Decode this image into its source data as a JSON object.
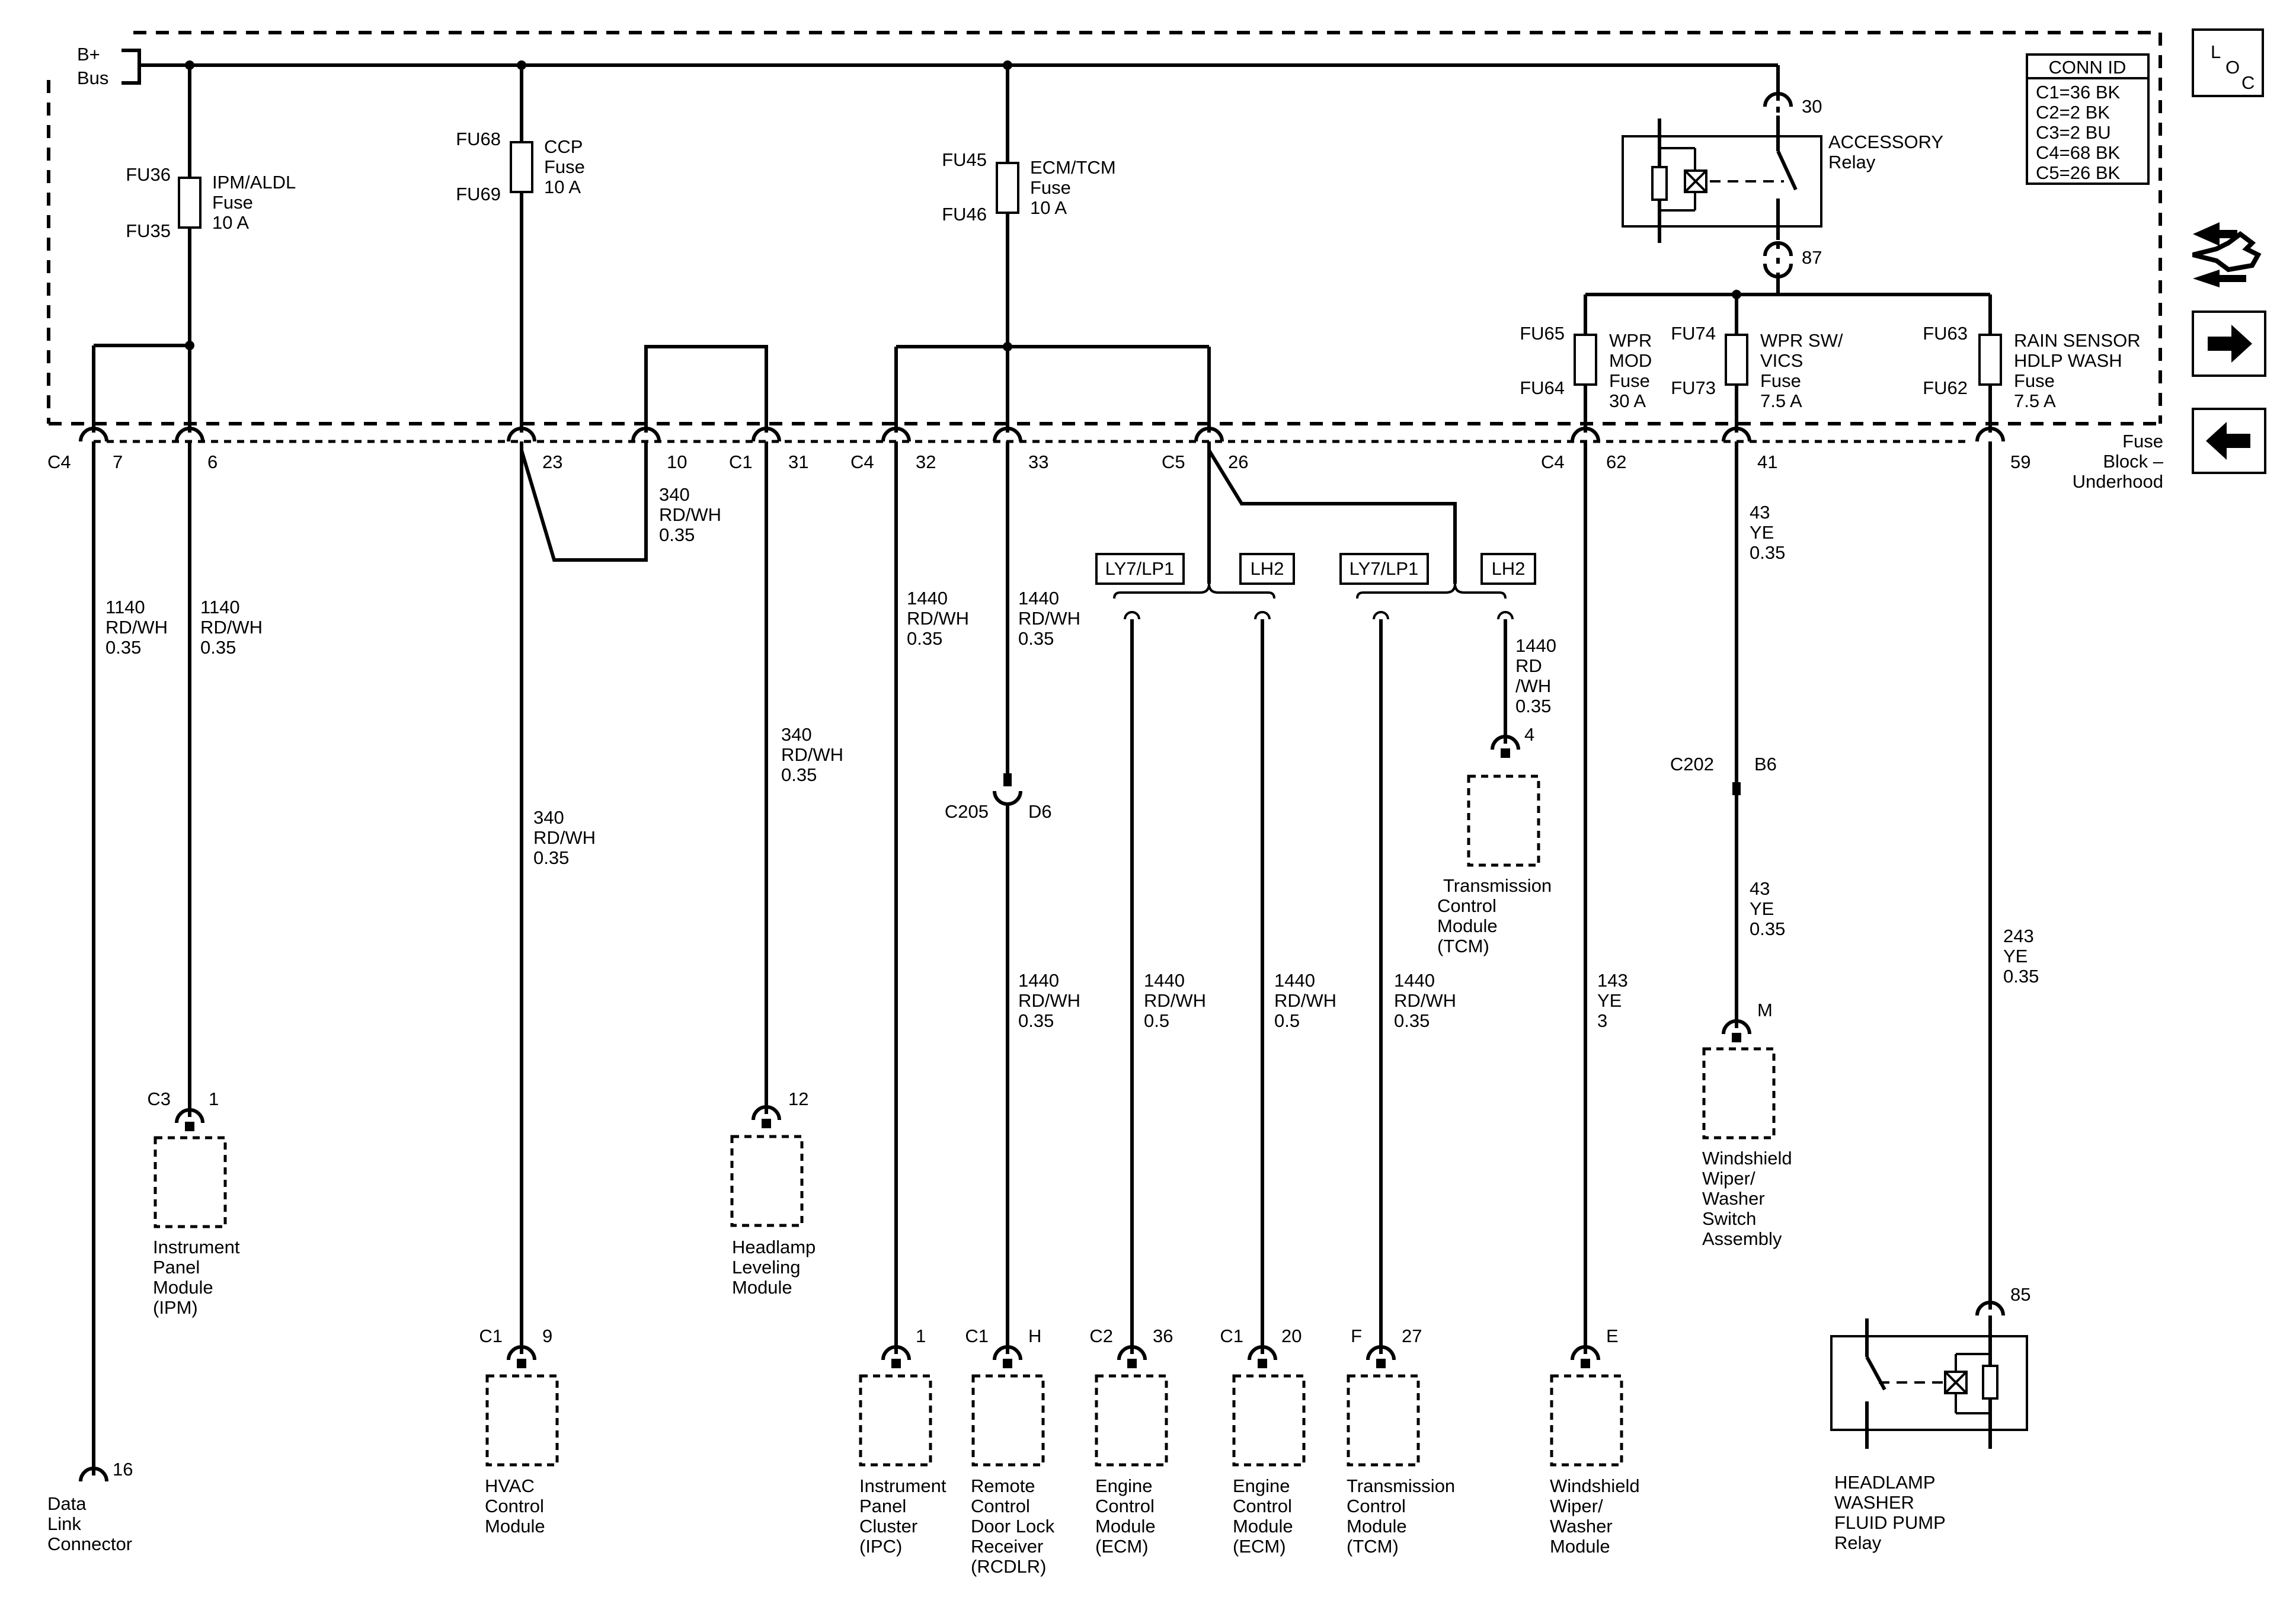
{
  "header": {
    "bplus": "B+",
    "bus": "Bus",
    "block_label": [
      "Fuse",
      "Block –",
      "Underhood"
    ]
  },
  "conn_id": {
    "title": "CONN ID",
    "rows": [
      "C1=36 BK",
      "C2=2 BK",
      "C3=2 BU",
      "C4=68 BK",
      "C5=26 BK"
    ]
  },
  "nav": {
    "loc": [
      "L",
      "O",
      "C"
    ],
    "symptom_icon": "wrench-arrows-icon",
    "forward_icon": "right-arrow-icon",
    "back_icon": "left-arrow-icon"
  },
  "fuses": {
    "ipm": {
      "in": "FU36",
      "out": "FU35",
      "name": [
        "IPM/ALDL",
        "Fuse",
        "10 A"
      ]
    },
    "ccp": {
      "in": "FU68",
      "out": "FU69",
      "name": [
        "CCP",
        "Fuse",
        "10 A"
      ]
    },
    "ecm": {
      "in": "FU45",
      "out": "FU46",
      "name": [
        "ECM/TCM",
        "Fuse",
        "10 A"
      ]
    },
    "wpr_mod": {
      "in": "FU65",
      "out": "FU64",
      "name": [
        "WPR",
        "MOD",
        "Fuse",
        "30 A"
      ]
    },
    "wpr_sw": {
      "in": "FU74",
      "out": "FU73",
      "name": [
        "WPR SW/",
        "VICS",
        "Fuse",
        "7.5 A"
      ]
    },
    "rain": {
      "in": "FU63",
      "out": "FU62",
      "name": [
        "RAIN SENSOR",
        "HDLP WASH",
        "Fuse",
        "7.5 A"
      ]
    }
  },
  "relay_accessory": {
    "pin_in": "30",
    "pin_out": "87",
    "name": [
      "ACCESSORY",
      "Relay"
    ]
  },
  "relay_headlamp": {
    "pin": "85",
    "name": [
      "HEADLAMP",
      "WASHER",
      "FLUID PUMP",
      "Relay"
    ]
  },
  "pins": {
    "c4_7": {
      "conn": "C4",
      "pin": "7"
    },
    "c4_6": {
      "pin": "6"
    },
    "p23": {
      "pin": "23"
    },
    "p10": {
      "pin": "10"
    },
    "c1_31": {
      "conn": "C1",
      "pin": "31"
    },
    "c4_32": {
      "conn": "C4",
      "pin": "32"
    },
    "p33": {
      "pin": "33"
    },
    "c5_26": {
      "conn": "C5",
      "pin": "26"
    },
    "c4_62": {
      "conn": "C4",
      "pin": "62"
    },
    "p41": {
      "pin": "41"
    },
    "p59": {
      "pin": "59"
    }
  },
  "wires": {
    "w7": [
      "1140",
      "RD/WH",
      "0.35"
    ],
    "w6": [
      "1140",
      "RD/WH",
      "0.35"
    ],
    "w10": [
      "340",
      "RD/WH",
      "0.35"
    ],
    "w23": [
      "340",
      "RD/WH",
      "0.35"
    ],
    "w31": [
      "340",
      "RD/WH",
      "0.35"
    ],
    "w32": [
      "1440",
      "RD/WH",
      "0.35"
    ],
    "w33a": [
      "1440",
      "RD/WH",
      "0.35"
    ],
    "w33b": [
      "1440",
      "RD/WH",
      "0.35"
    ],
    "wecm36": [
      "1440",
      "RD/WH",
      "0.5"
    ],
    "wecm20": [
      "1440",
      "RD/WH",
      "0.5"
    ],
    "wtcm27": [
      "1440",
      "RD/WH",
      "0.35"
    ],
    "wtcm4": [
      "1440",
      "RD",
      "/WH",
      "0.35"
    ],
    "w62": [
      "143",
      "YE",
      "3"
    ],
    "w41a": [
      "43",
      "YE",
      "0.35"
    ],
    "w41b": [
      "43",
      "YE",
      "0.35"
    ],
    "w59": [
      "243",
      "YE",
      "0.35"
    ]
  },
  "options": {
    "ly7_1": "LY7/LP1",
    "lh2_1": "LH2",
    "ly7_2": "LY7/LP1",
    "lh2_2": "LH2"
  },
  "inline": {
    "c205": {
      "conn": "C205",
      "pin": "D6"
    },
    "c202": {
      "conn": "C202",
      "pin": "B6"
    }
  },
  "components": {
    "dlc": {
      "pin": "16",
      "name": [
        "Data",
        "Link",
        "Connector"
      ]
    },
    "ipm": {
      "conn": "C3",
      "pin": "1",
      "name": [
        "Instrument",
        "Panel",
        "Module",
        "(IPM)"
      ]
    },
    "hvac": {
      "conn": "C1",
      "pin": "9",
      "name": [
        "HVAC",
        "Control",
        "Module"
      ]
    },
    "hlm": {
      "pin": "12",
      "name": [
        "Headlamp",
        "Leveling",
        "Module"
      ]
    },
    "ipc": {
      "pin": "1",
      "name": [
        "Instrument",
        "Panel",
        "Cluster",
        "(IPC)"
      ]
    },
    "rcdlr": {
      "conn": "C1",
      "pin": "H",
      "name": [
        "Remote",
        "Control",
        "Door Lock",
        "Receiver",
        "(RCDLR)"
      ]
    },
    "ecm1": {
      "conn": "C2",
      "pin": "36",
      "name": [
        "Engine",
        "Control",
        "Module",
        "(ECM)"
      ]
    },
    "ecm2": {
      "conn": "C1",
      "pin": "20",
      "name": [
        "Engine",
        "Control",
        "Module",
        "(ECM)"
      ]
    },
    "tcm1": {
      "conn": "F",
      "pin": "27",
      "name": [
        "Transmission",
        "Control",
        "Module",
        "(TCM)"
      ]
    },
    "tcm2": {
      "pin": "4",
      "name": [
        "Transmission",
        "Control",
        "Module",
        "(TCM)"
      ]
    },
    "wwm": {
      "pin": "E",
      "name": [
        "Windshield",
        "Wiper/",
        "Washer",
        "Module"
      ]
    },
    "wws": {
      "pin": "M",
      "name": [
        "Windshield",
        "Wiper/",
        "Washer",
        "Switch",
        "Assembly"
      ]
    }
  }
}
